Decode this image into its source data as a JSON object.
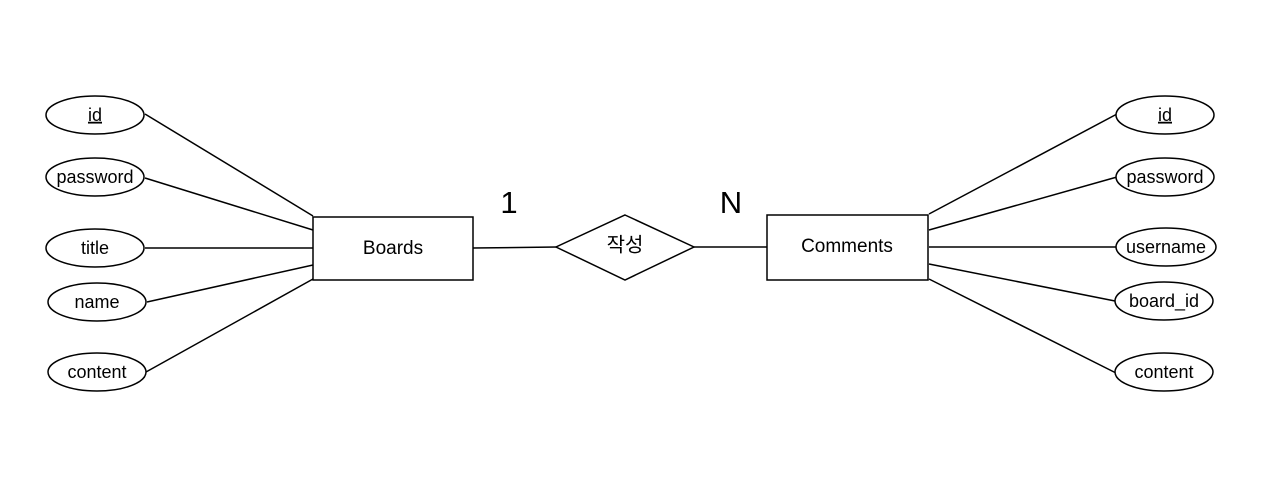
{
  "diagram": {
    "colors": {
      "stroke": "#000000",
      "background": "#ffffff"
    },
    "entities": {
      "boards": {
        "label": "Boards"
      },
      "comments": {
        "label": "Comments"
      }
    },
    "relationship": {
      "label": "작성"
    },
    "cardinality": {
      "left": "1",
      "right": "N"
    },
    "boards_attributes": [
      {
        "label": "id",
        "key": true
      },
      {
        "label": "password",
        "key": false
      },
      {
        "label": "title",
        "key": false
      },
      {
        "label": "name",
        "key": false
      },
      {
        "label": "content",
        "key": false
      }
    ],
    "comments_attributes": [
      {
        "label": "id",
        "key": true
      },
      {
        "label": "password",
        "key": false
      },
      {
        "label": "username",
        "key": false
      },
      {
        "label": "board_id",
        "key": false
      },
      {
        "label": "content",
        "key": false
      }
    ]
  }
}
